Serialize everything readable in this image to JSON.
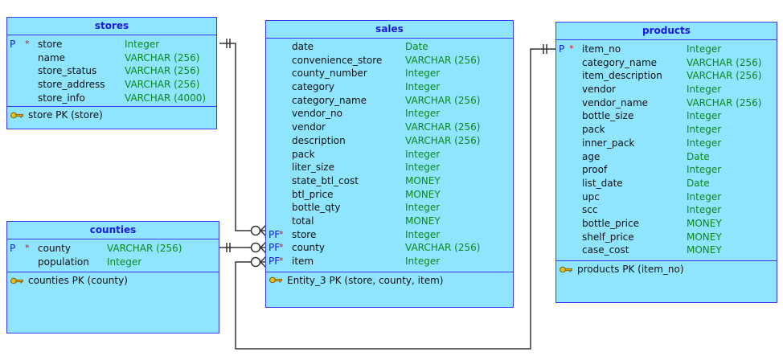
{
  "entities": {
    "stores": {
      "title": "stores",
      "columns": [
        {
          "flag": "P",
          "required": "*",
          "name": "store",
          "type": "Integer"
        },
        {
          "flag": "",
          "required": "",
          "name": "name",
          "type": "VARCHAR (256)"
        },
        {
          "flag": "",
          "required": "",
          "name": "store_status",
          "type": "VARCHAR (256)"
        },
        {
          "flag": "",
          "required": "",
          "name": "store_address",
          "type": "VARCHAR (256)"
        },
        {
          "flag": "",
          "required": "",
          "name": "store_info",
          "type": "VARCHAR (4000)"
        }
      ],
      "key": "store PK (store)"
    },
    "counties": {
      "title": "counties",
      "columns": [
        {
          "flag": "P",
          "required": "*",
          "name": "county",
          "type": "VARCHAR (256)"
        },
        {
          "flag": "",
          "required": "",
          "name": "population",
          "type": "Integer"
        }
      ],
      "key": "counties PK (county)"
    },
    "sales": {
      "title": "sales",
      "columns": [
        {
          "flag": "",
          "required": "",
          "name": "date",
          "type": "Date"
        },
        {
          "flag": "",
          "required": "",
          "name": "convenience_store",
          "type": "VARCHAR (256)"
        },
        {
          "flag": "",
          "required": "",
          "name": "county_number",
          "type": "Integer"
        },
        {
          "flag": "",
          "required": "",
          "name": "category",
          "type": "Integer"
        },
        {
          "flag": "",
          "required": "",
          "name": "category_name",
          "type": "VARCHAR (256)"
        },
        {
          "flag": "",
          "required": "",
          "name": "vendor_no",
          "type": "Integer"
        },
        {
          "flag": "",
          "required": "",
          "name": "vendor",
          "type": "VARCHAR (256)"
        },
        {
          "flag": "",
          "required": "",
          "name": "description",
          "type": "VARCHAR (256)"
        },
        {
          "flag": "",
          "required": "",
          "name": "pack",
          "type": "Integer"
        },
        {
          "flag": "",
          "required": "",
          "name": "liter_size",
          "type": "Integer"
        },
        {
          "flag": "",
          "required": "",
          "name": "state_btl_cost",
          "type": "MONEY"
        },
        {
          "flag": "",
          "required": "",
          "name": "btl_price",
          "type": "MONEY"
        },
        {
          "flag": "",
          "required": "",
          "name": "bottle_qty",
          "type": "Integer"
        },
        {
          "flag": "",
          "required": "",
          "name": "total",
          "type": "MONEY"
        },
        {
          "flag": "PF",
          "required": "*",
          "name": "store",
          "type": "Integer"
        },
        {
          "flag": "PF",
          "required": "*",
          "name": "county",
          "type": "VARCHAR (256)"
        },
        {
          "flag": "PF",
          "required": "*",
          "name": "item",
          "type": "Integer"
        }
      ],
      "key": "Entity_3 PK (store, county, item)"
    },
    "products": {
      "title": "products",
      "columns": [
        {
          "flag": "P",
          "required": "*",
          "name": "item_no",
          "type": "Integer"
        },
        {
          "flag": "",
          "required": "",
          "name": "category_name",
          "type": "VARCHAR (256)"
        },
        {
          "flag": "",
          "required": "",
          "name": "item_description",
          "type": "VARCHAR (256)"
        },
        {
          "flag": "",
          "required": "",
          "name": "vendor",
          "type": "Integer"
        },
        {
          "flag": "",
          "required": "",
          "name": "vendor_name",
          "type": "VARCHAR (256)"
        },
        {
          "flag": "",
          "required": "",
          "name": "bottle_size",
          "type": "Integer"
        },
        {
          "flag": "",
          "required": "",
          "name": "pack",
          "type": "Integer"
        },
        {
          "flag": "",
          "required": "",
          "name": "inner_pack",
          "type": "Integer"
        },
        {
          "flag": "",
          "required": "",
          "name": "age",
          "type": "Date"
        },
        {
          "flag": "",
          "required": "",
          "name": "proof",
          "type": "Integer"
        },
        {
          "flag": "",
          "required": "",
          "name": "list_date",
          "type": "Date"
        },
        {
          "flag": "",
          "required": "",
          "name": "upc",
          "type": "Integer"
        },
        {
          "flag": "",
          "required": "",
          "name": "scc",
          "type": "Integer"
        },
        {
          "flag": "",
          "required": "",
          "name": "bottle_price",
          "type": "MONEY"
        },
        {
          "flag": "",
          "required": "",
          "name": "shelf_price",
          "type": "MONEY"
        },
        {
          "flag": "",
          "required": "",
          "name": "case_cost",
          "type": "MONEY"
        }
      ],
      "key": "products PK (item_no)"
    }
  },
  "relationships": [
    {
      "from": "stores.store",
      "to": "sales.store",
      "parent_cardinality": "one-and-only-one",
      "child_cardinality": "zero-or-many"
    },
    {
      "from": "counties.county",
      "to": "sales.county",
      "parent_cardinality": "one-and-only-one",
      "child_cardinality": "zero-or-many"
    },
    {
      "from": "products.item_no",
      "to": "sales.item",
      "parent_cardinality": "one-and-only-one",
      "child_cardinality": "zero-or-many"
    }
  ],
  "colors": {
    "entity_fill": "#8fe4fe",
    "entity_border": "#3b3bf5",
    "title_text": "#1a1ae6",
    "type_text": "#0a8a1a",
    "required_star": "#e01010",
    "connector": "#333333"
  }
}
